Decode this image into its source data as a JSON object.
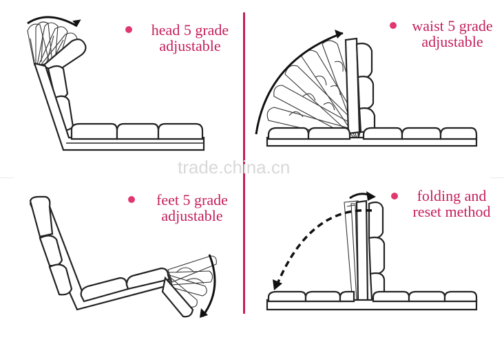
{
  "captions": {
    "head": "head 5 grade\nadjustable",
    "waist": "waist 5 grade\nadjustable",
    "feet": "feet 5 grade\nadjustable",
    "fold": "folding and\nreset method"
  },
  "watermark": "trade.china.cn",
  "colors": {
    "accent": "#c41e5a",
    "bullet": "#e0386e",
    "line": "#222222"
  }
}
